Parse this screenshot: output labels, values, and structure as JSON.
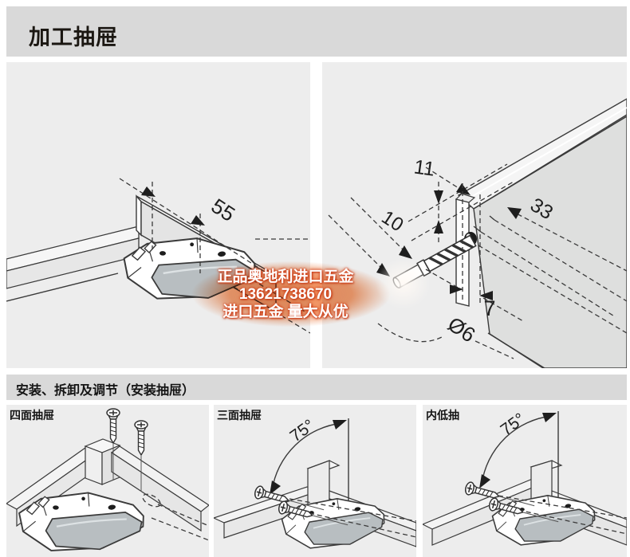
{
  "header": {
    "title": "加工抽屉"
  },
  "section_header": {
    "title": "安装、拆卸及调节（安装抽屉）"
  },
  "diagram_top_left": {
    "dim_55": "55"
  },
  "diagram_top_right": {
    "dim_11": "11",
    "dim_33": "33",
    "dim_10": "10",
    "dim_7": "7",
    "dim_diameter": "Ø6"
  },
  "watermark": {
    "line1": "正品奥地利进口五金",
    "line2": "13621738670",
    "line3": "进口五金 量大从优"
  },
  "bottom_panels": [
    {
      "label": "四面抽屉",
      "angle": ""
    },
    {
      "label": "三面抽屉",
      "angle": "75°"
    },
    {
      "label": "内低抽",
      "angle": "75°"
    }
  ],
  "colors": {
    "band_gray": "#d9d9d9",
    "panel_gray": "#ededed",
    "drawing_line": "#3a3a3a",
    "device_cover_gray": "#b8bec1",
    "watermark_orange": "#ee8a54",
    "watermark_text": "#ffffff",
    "watermark_glow": "#d3411a"
  }
}
